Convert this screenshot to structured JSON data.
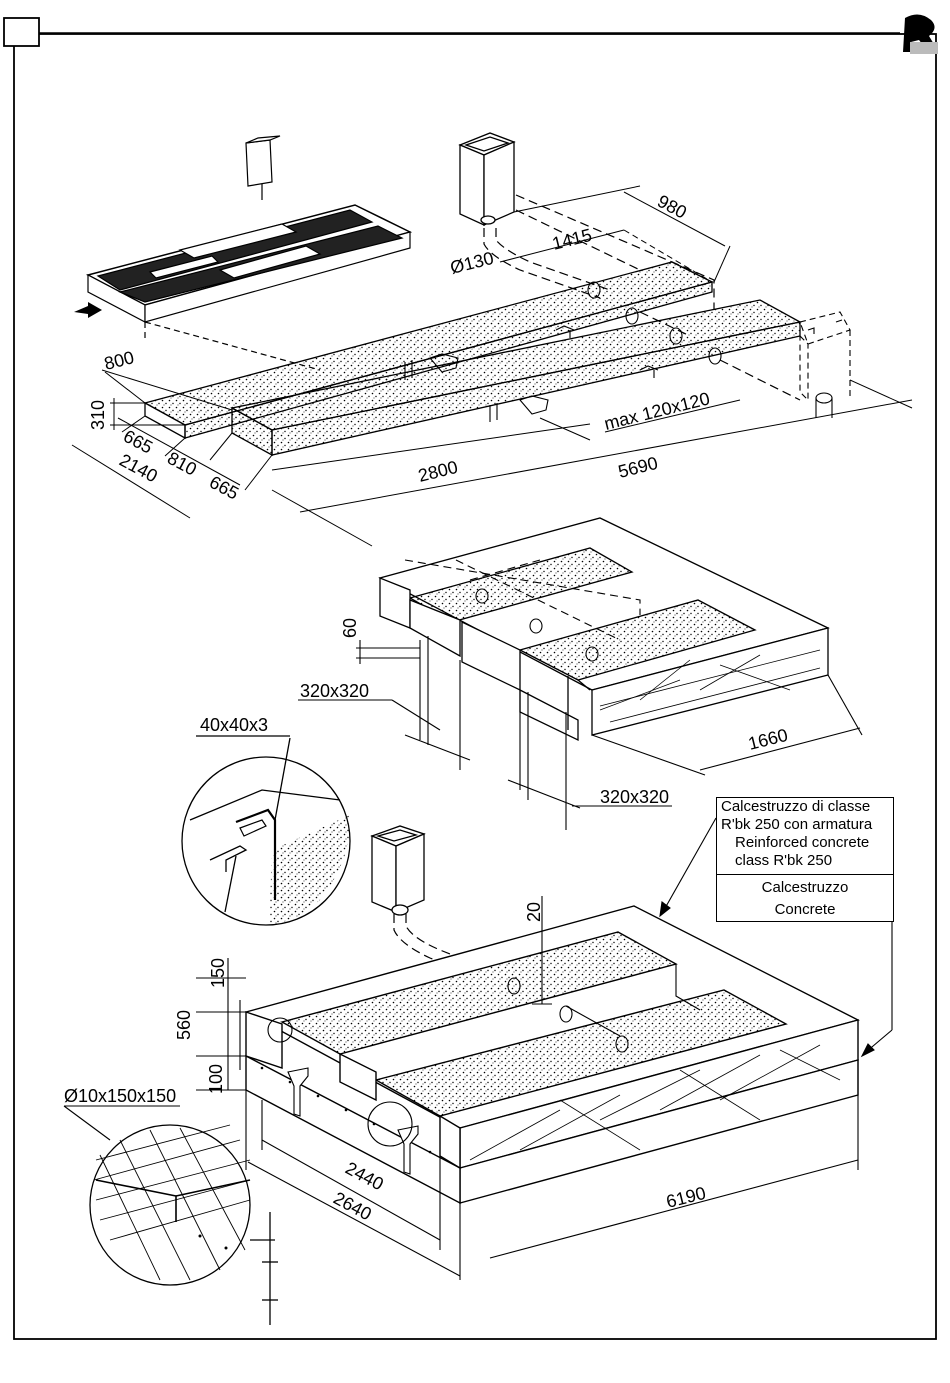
{
  "dimensions": {
    "top": {
      "d980": "980",
      "d1415": "1415",
      "d130": "Ø130",
      "d800": "800",
      "d310": "310",
      "d665a": "665",
      "d810": "810",
      "d665b": "665",
      "d2140": "2140",
      "d2800": "2800",
      "d5690": "5690",
      "dmax": "max 120x120"
    },
    "middle": {
      "d60": "60",
      "d320a": "320x320",
      "d1660": "1660",
      "d320b": "320x320"
    },
    "bottom": {
      "d40": "40x40x3",
      "d20": "20",
      "d150": "150",
      "d560": "560",
      "d100": "100",
      "dmesh": "Ø10x150x150",
      "d2440": "2440",
      "d2640": "2640",
      "d6190": "6190"
    }
  },
  "legend": {
    "reinforced_it_1": "Calcestruzzo di classe",
    "reinforced_it_2": "R'bk 250 con armatura",
    "reinforced_en_1": "Reinforced concrete",
    "reinforced_en_2": "class R'bk 250",
    "plain_it": "Calcestruzzo",
    "plain_en": "Concrete"
  },
  "colors": {
    "line": "#000000",
    "paper": "#ffffff",
    "fill": "#dddddd"
  },
  "icons": {
    "corner_logo": "brand-logo-icon",
    "direction_arrow": "arrow-icon"
  }
}
